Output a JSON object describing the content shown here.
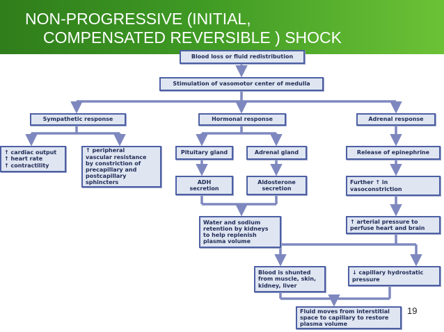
{
  "slide": {
    "title_line1": "NON-PROGRESSIVE (INITIAL,",
    "title_line2": "COMPENSATED REVERSIBLE ) SHOCK",
    "page_number": "19"
  },
  "flowchart": {
    "blood_loss": "Blood loss or fluid redistribution",
    "stimulation": "Stimulation of vasomotor center of medulla",
    "sympathetic": "Sympathetic response",
    "hormonal": "Hormonal response",
    "adrenal": "Adrenal response",
    "cardiac": "↑ cardiac output\n↑ heart rate\n↑ contractility",
    "peripheral": "↑ peripheral\nvascular resistance\nby constriction of\nprecapillary and\npostcapillary\nsphincters",
    "pituitary": "Pituitary gland",
    "adrenal_gland": "Adrenal gland",
    "epinephrine": "Release of epinephrine",
    "adh": "ADH\nsecretion",
    "aldosterone": "Aldosterone\nsecretion",
    "vasoconstriction": "Further ↑ in\nvasoconstriction",
    "water_sodium": "Water and sodium\nretention by kidneys\nto help replenish\nplasma volume",
    "arterial": "↑ arterial pressure to\nperfuse heart and brain",
    "shunted": "Blood is shunted\nfrom muscle, skin,\nkidney, liver",
    "capillary": "↓ capillary hydrostatic\npressure",
    "fluid_moves": "Fluid moves from interstitial\nspace to capillary to restore\nplasma volume"
  },
  "colors": {
    "banner": "#3f9a24",
    "box_fill": "#dfe6f2",
    "box_border": "#4d5fa3",
    "arrow": "#7e88bf"
  }
}
